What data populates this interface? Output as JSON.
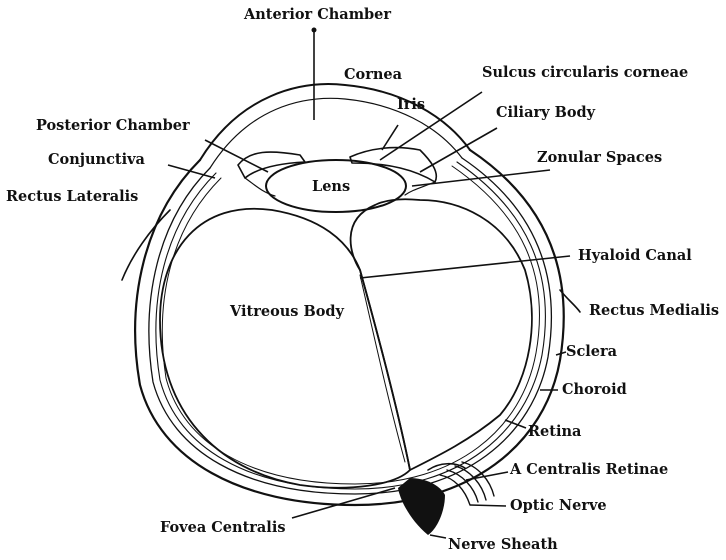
{
  "labels": {
    "anterior_chamber": "Anterior Chamber",
    "cornea": "Cornea",
    "sulcus": "Sulcus circularis corneae",
    "iris": "Iris",
    "ciliary_body": "Ciliary Body",
    "posterior_chamber": "Posterior Chamber",
    "conjunctiva": "Conjunctiva",
    "zonular_spaces": "Zonular Spaces",
    "rectus_lateralis": "Rectus Lateralis",
    "lens": "Lens",
    "hyaloid_canal": "Hyaloid Canal",
    "vitreous_body": "Vitreous Body",
    "rectus_medialis": "Rectus Medialis",
    "sclera": "Sclera",
    "choroid": "Choroid",
    "retina": "Retina",
    "a_centralis_retinae": "A Centralis Retinae",
    "optic_nerve": "Optic Nerve",
    "fovea_centralis": "Fovea Centralis",
    "nerve_sheath": "Nerve Sheath"
  }
}
